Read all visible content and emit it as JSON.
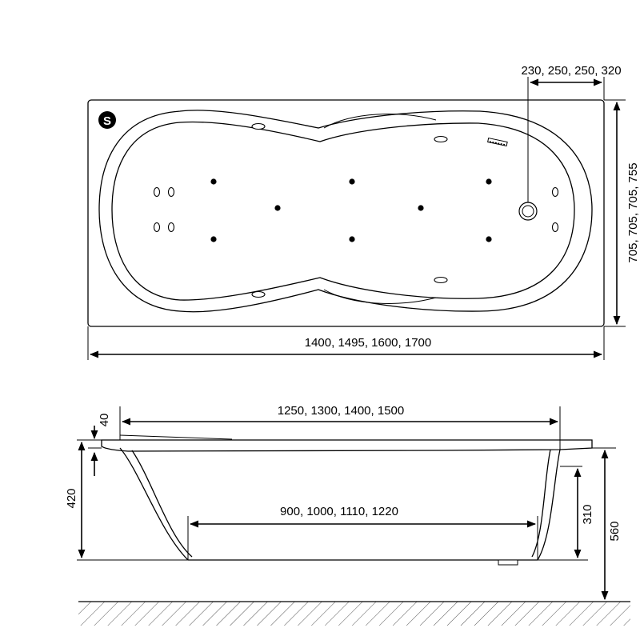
{
  "top_view": {
    "brand_badge": "S",
    "dim_length": "1400, 1495, 1600, 1700",
    "dim_width": "705, 705, 705, 755",
    "dim_drain_offset": "230, 250, 250, 320"
  },
  "side_view": {
    "dim_rim_length": "1250, 1300, 1400, 1500",
    "dim_bottom_length": "900, 1000, 1110, 1220",
    "dim_rim_thickness": "40",
    "dim_depth": "420",
    "dim_apron": "310",
    "dim_total_height": "560"
  }
}
